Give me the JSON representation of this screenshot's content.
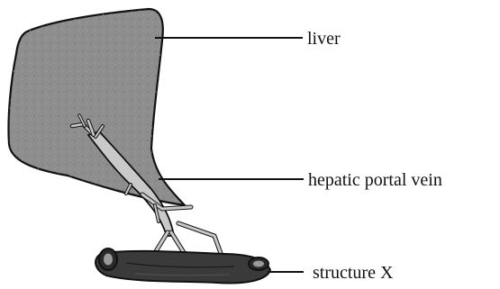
{
  "diagram": {
    "labels": {
      "liver": "liver",
      "portal_vein": "hepatic portal vein",
      "structure_x": "structure X"
    },
    "colors": {
      "liver_fill": "#8e8e8e",
      "vein_fill": "#c9c9c9",
      "intestine_fill": "#3a3a3a",
      "outline": "#111111"
    }
  }
}
